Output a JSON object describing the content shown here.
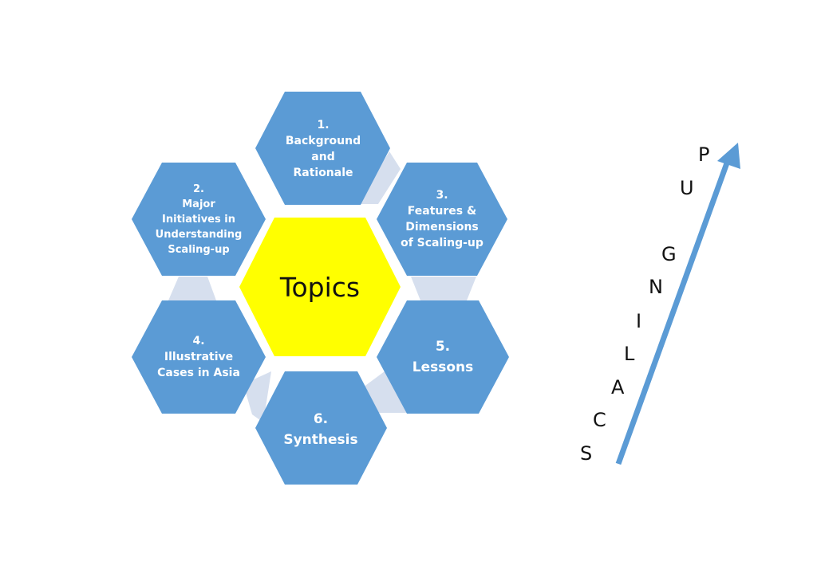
{
  "center_topic": "Topics",
  "topics": [
    {
      "id": "background",
      "number": "1.",
      "lines": [
        "Background",
        "and",
        "Rationale"
      ]
    },
    {
      "id": "initiatives",
      "number": "2.",
      "lines": [
        "Major",
        "Initiatives in",
        "Understanding",
        "Scaling-up"
      ]
    },
    {
      "id": "features",
      "number": "3.",
      "lines": [
        "Features &",
        "Dimensions",
        "of Scaling-up"
      ]
    },
    {
      "id": "cases",
      "number": "4.",
      "lines": [
        "Illustrative",
        "Cases in Asia"
      ]
    },
    {
      "id": "lessons",
      "number": "5.",
      "lines": [
        "Lessons"
      ]
    },
    {
      "id": "synthesis",
      "number": "6.",
      "lines": [
        "Synthesis"
      ]
    }
  ],
  "scaling_letters": [
    "S",
    "C",
    "A",
    "L",
    "I",
    "N",
    "G",
    "U",
    "P"
  ],
  "colors": {
    "hex_fill": "#5b9bd5",
    "center_fill": "#ffff00",
    "connector_fill": "#d6dfee",
    "arrow": "#5b9bd5"
  }
}
